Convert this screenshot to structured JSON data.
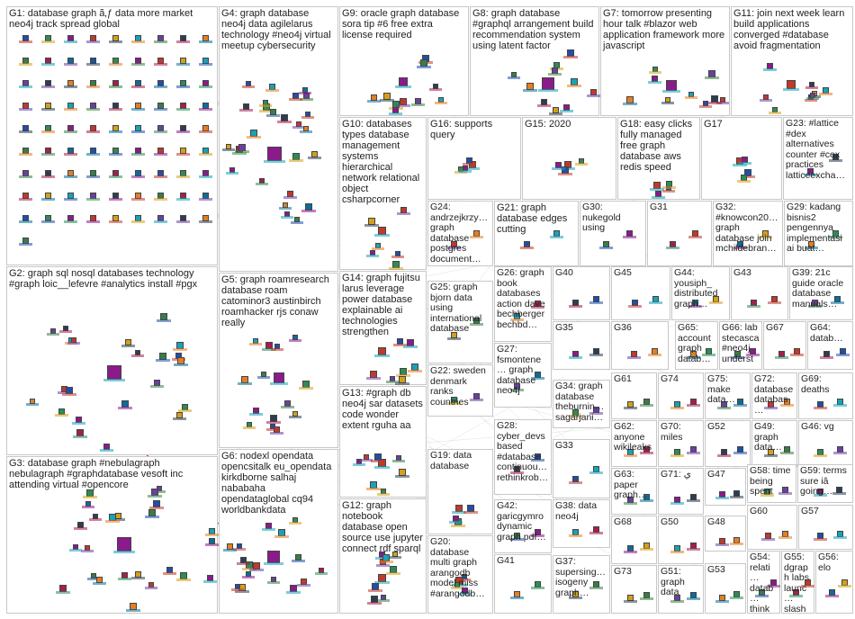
{
  "title": "",
  "groups": [
    {
      "id": "G1",
      "label": "G1: database graph ã‚ƒ data more market neo4j track spread global"
    },
    {
      "id": "G2",
      "label": "G2: graph sql nosql databases technology #graph loic__lefevre #analytics install #pgx"
    },
    {
      "id": "G3",
      "label": "G3: database graph #nebulagraph nebulagraph #graphdatabase vesoft inc attending virtual #opencore"
    },
    {
      "id": "G4",
      "label": "G4: graph database neo4j data agilelarus technology #neo4j virtual meetup cybersecurity"
    },
    {
      "id": "G5",
      "label": "G5: graph roamresearch database roam catominor3 austinbirch roamhacker rjs conaw really"
    },
    {
      "id": "G6",
      "label": "G6: nodexl opendata opencsitalk eu_opendata kirkdborne salhaj nababaha opendataglobal cq94 worldbankdata"
    },
    {
      "id": "G7",
      "label": "G7: tomorrow presenting hour talk #blazor web application framework more javascript"
    },
    {
      "id": "G8",
      "label": "G8: graph database #graphql arrangement build recommendation system using latent factor"
    },
    {
      "id": "G9",
      "label": "G9: oracle graph database sora tip #6 free extra license required"
    },
    {
      "id": "G10",
      "label": "G10: databases types database management systems hierarchical network relational object csharpcorner"
    },
    {
      "id": "G11",
      "label": "G11: join next week learn build applications converged #database avoid fragmentation"
    },
    {
      "id": "G12",
      "label": "G12: graph notebook database open source use jupyter connect rdf sparql"
    },
    {
      "id": "G13",
      "label": "G13: #graph db neo4j sar datasets code wonder extent rguha aa"
    },
    {
      "id": "G14",
      "label": "G14: graph fujitsu larus leverage power database explainable ai technologies strengthen"
    },
    {
      "id": "G15",
      "label": "G15: 2020"
    },
    {
      "id": "G16",
      "label": "G16: supports query"
    },
    {
      "id": "G17",
      "label": "G17"
    },
    {
      "id": "G18",
      "label": "G18: easy clicks fully managed free graph database aws redis speed"
    },
    {
      "id": "G19",
      "label": "G19: data database"
    },
    {
      "id": "G20",
      "label": "G20: database multi graph arangodb model miss #arangodb…"
    },
    {
      "id": "G21",
      "label": "G21: graph database edges cutting"
    },
    {
      "id": "G22",
      "label": "G22: sweden denmark ranks countries"
    },
    {
      "id": "G23",
      "label": "G23: #lattice #dex alternatives counter #cex practices latticeexcha…"
    },
    {
      "id": "G24",
      "label": "G24: andrzejkrzy… graph database postgres document…"
    },
    {
      "id": "G25",
      "label": "G25: graph bjorn data using international database"
    },
    {
      "id": "G26",
      "label": "G26: graph book databases action dave bechberger bechbd…"
    },
    {
      "id": "G27",
      "label": "G27: fsmontene… graph database neo4j"
    },
    {
      "id": "G28",
      "label": "G28: cyber_devs based #database continuou… rethinkrob…"
    },
    {
      "id": "G29",
      "label": "G29: kadang bisnis2 pengennya implementasi ai buat…"
    },
    {
      "id": "G30",
      "label": "G30: nukegold using"
    },
    {
      "id": "G31",
      "label": "G31"
    },
    {
      "id": "G32",
      "label": "G32: #knowcon20… graph database join mchildebran…"
    },
    {
      "id": "G33",
      "label": "G33"
    },
    {
      "id": "G34",
      "label": "G34: graph database theburnin… sagarjani…"
    },
    {
      "id": "G35",
      "label": "G35"
    },
    {
      "id": "G36",
      "label": "G36"
    },
    {
      "id": "G37",
      "label": "G37: supersing… isogeny graph…"
    },
    {
      "id": "G38",
      "label": "G38: data neo4j"
    },
    {
      "id": "G39",
      "label": "G39: 21c guide oracle database manuals…"
    },
    {
      "id": "G40",
      "label": "G40"
    },
    {
      "id": "G41",
      "label": "G41"
    },
    {
      "id": "G42",
      "label": "G42: garicgymro dynamic graph pdf…"
    },
    {
      "id": "G43",
      "label": "G43"
    },
    {
      "id": "G44",
      "label": "G44: yousiph_ distributed graph…"
    },
    {
      "id": "G45",
      "label": "G45"
    },
    {
      "id": "G46",
      "label": "G46: vg"
    },
    {
      "id": "G47",
      "label": "G47"
    },
    {
      "id": "G48",
      "label": "G48"
    },
    {
      "id": "G49",
      "label": "G49: graph data…"
    },
    {
      "id": "G50",
      "label": "G50"
    },
    {
      "id": "G51",
      "label": "G51: graph data"
    },
    {
      "id": "G52",
      "label": "G52"
    },
    {
      "id": "G53",
      "label": "G53"
    },
    {
      "id": "G54",
      "label": "G54: relati… datab… think graph…"
    },
    {
      "id": "G55",
      "label": "G55: dgraph labs launc… slash…"
    },
    {
      "id": "G56",
      "label": "G56: elo"
    },
    {
      "id": "G57",
      "label": "G57"
    },
    {
      "id": "G58",
      "label": "G58: time being spent"
    },
    {
      "id": "G59",
      "label": "G59: terms sure iâ going…"
    },
    {
      "id": "G60",
      "label": "G60"
    },
    {
      "id": "G61",
      "label": "G61"
    },
    {
      "id": "G62",
      "label": "G62: anyone wikileaks"
    },
    {
      "id": "G63",
      "label": "G63: paper graph…"
    },
    {
      "id": "G64",
      "label": "G64: datab…"
    },
    {
      "id": "G65",
      "label": "G65: account graph datab…"
    },
    {
      "id": "G66",
      "label": "G66: lab stecasca #neo4j underst…"
    },
    {
      "id": "G67",
      "label": "G67"
    },
    {
      "id": "G68",
      "label": "G68"
    },
    {
      "id": "G69",
      "label": "G69: deaths"
    },
    {
      "id": "G70",
      "label": "G70: miles"
    },
    {
      "id": "G71",
      "label": "G71: ي"
    },
    {
      "id": "G72",
      "label": "G72: database databas…"
    },
    {
      "id": "G73",
      "label": "G73"
    },
    {
      "id": "G74",
      "label": "G74"
    },
    {
      "id": "G75",
      "label": "G75: make data…"
    }
  ],
  "colors": {
    "border": "#c8c8c8",
    "edge": "#b8b8b8",
    "highlight_edge": "#e03030",
    "node_palette": [
      "#1f4fa8",
      "#2e8b57",
      "#8b1a8b",
      "#c0392b",
      "#d4a017",
      "#17a2b8",
      "#6b3fa0",
      "#2c3e50",
      "#e67e22",
      "#3a7d44",
      "#a61e4d",
      "#0b6e99"
    ]
  }
}
